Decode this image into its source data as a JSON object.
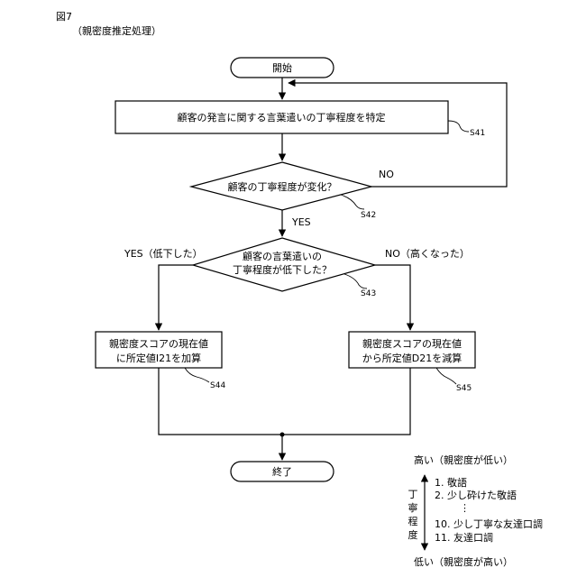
{
  "figure": {
    "label": "図7",
    "caption": "（親密度推定処理）"
  },
  "flow": {
    "start": "開始",
    "step_s41": "顧客の発言に関する言葉遣いの丁寧程度を特定",
    "decision_s42": "顧客の丁寧程度が変化？",
    "decision_s43_line1": "顧客の言葉遣いの",
    "decision_s43_line2": "丁寧程度が低下した？",
    "step_s44_line1": "親密度スコアの現在値",
    "step_s44_line2": "に所定値I21を加算",
    "step_s45_line1": "親密度スコアの現在値",
    "step_s45_line2": "から所定値D21を減算",
    "end": "終了"
  },
  "edges": {
    "no_s42": "NO",
    "yes_s42": "YES",
    "yes_s43": "YES（低下した）",
    "no_s43": "NO（高くなった）"
  },
  "refs": {
    "s41": "S41",
    "s42": "S42",
    "s43": "S43",
    "s44": "S44",
    "s45": "S45"
  },
  "legend": {
    "top": "高い（親密度が低い）",
    "bottom": "低い（親密度が高い）",
    "axis_chars": [
      "丁",
      "寧",
      "程",
      "度"
    ],
    "items": [
      "1. 敬語",
      "2. 少し砕けた敬語",
      "⋮",
      "10. 少し丁寧な友達口調",
      "11. 友達口調"
    ]
  }
}
